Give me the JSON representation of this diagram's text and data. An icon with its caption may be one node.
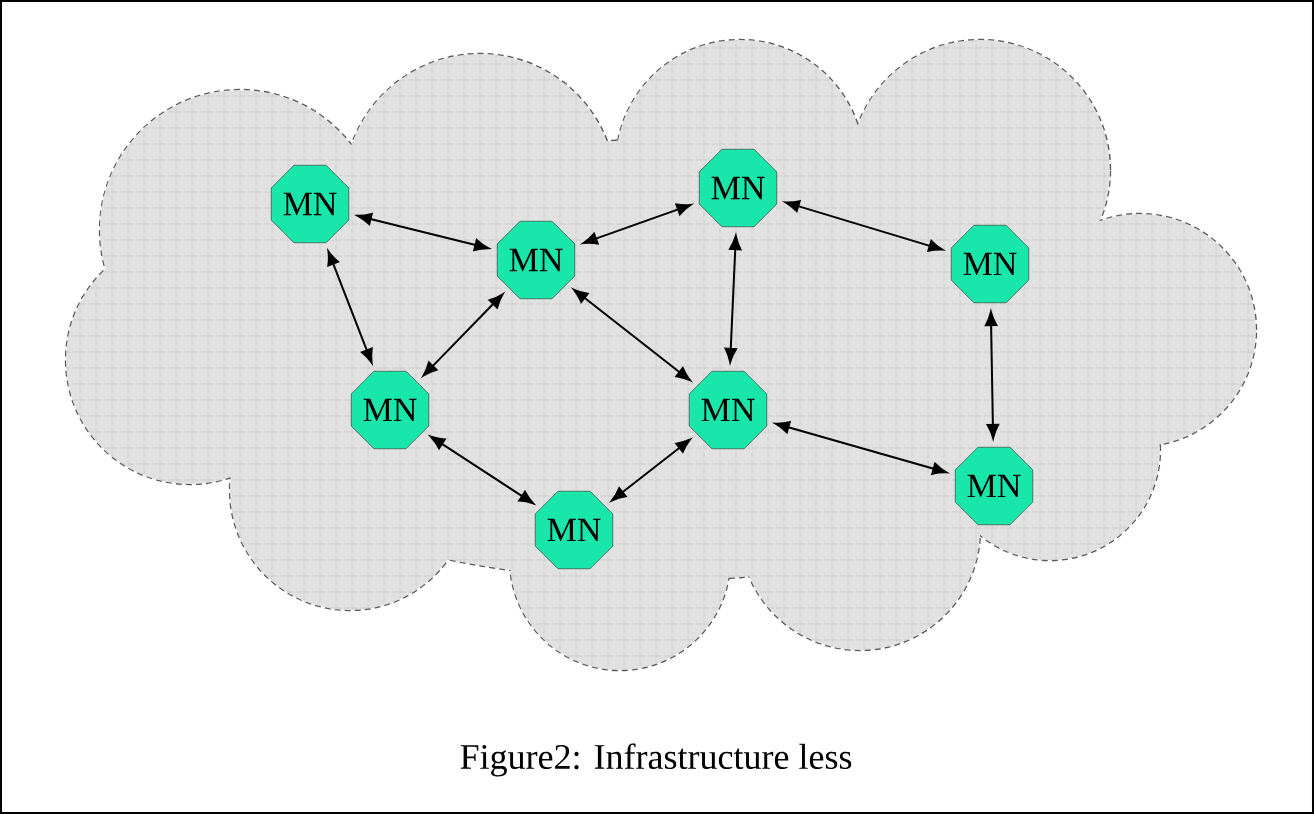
{
  "diagram": {
    "caption": "Figure2: Infrastructure less",
    "nodes": [
      {
        "text": [
          "MN"
        ]
      },
      {
        "text": [
          "MN"
        ]
      },
      {
        "text": [
          "MN"
        ]
      },
      {
        "text": [
          "MN"
        ]
      },
      {
        "text": [
          "MN"
        ]
      },
      {
        "text": [
          "MN"
        ]
      },
      {
        "text": [
          "MN"
        ]
      },
      {
        "text": [
          "MN"
        ]
      }
    ],
    "edges": [
      {
        "from": 0,
        "to": 1,
        "arrow": "both"
      },
      {
        "from": 0,
        "to": 4,
        "arrow": "both"
      },
      {
        "from": 1,
        "to": 4,
        "arrow": "both"
      },
      {
        "from": 1,
        "to": 2,
        "arrow": "both"
      },
      {
        "from": 1,
        "to": 5,
        "arrow": "both"
      },
      {
        "from": 2,
        "to": 5,
        "arrow": "both"
      },
      {
        "from": 2,
        "to": 3,
        "arrow": "both"
      },
      {
        "from": 3,
        "to": 6,
        "arrow": "both"
      },
      {
        "from": 5,
        "to": 6,
        "arrow": "both"
      },
      {
        "from": 5,
        "to": 7,
        "arrow": "both"
      },
      {
        "from": 4,
        "to": 7,
        "arrow": "both"
      }
    ]
  }
}
